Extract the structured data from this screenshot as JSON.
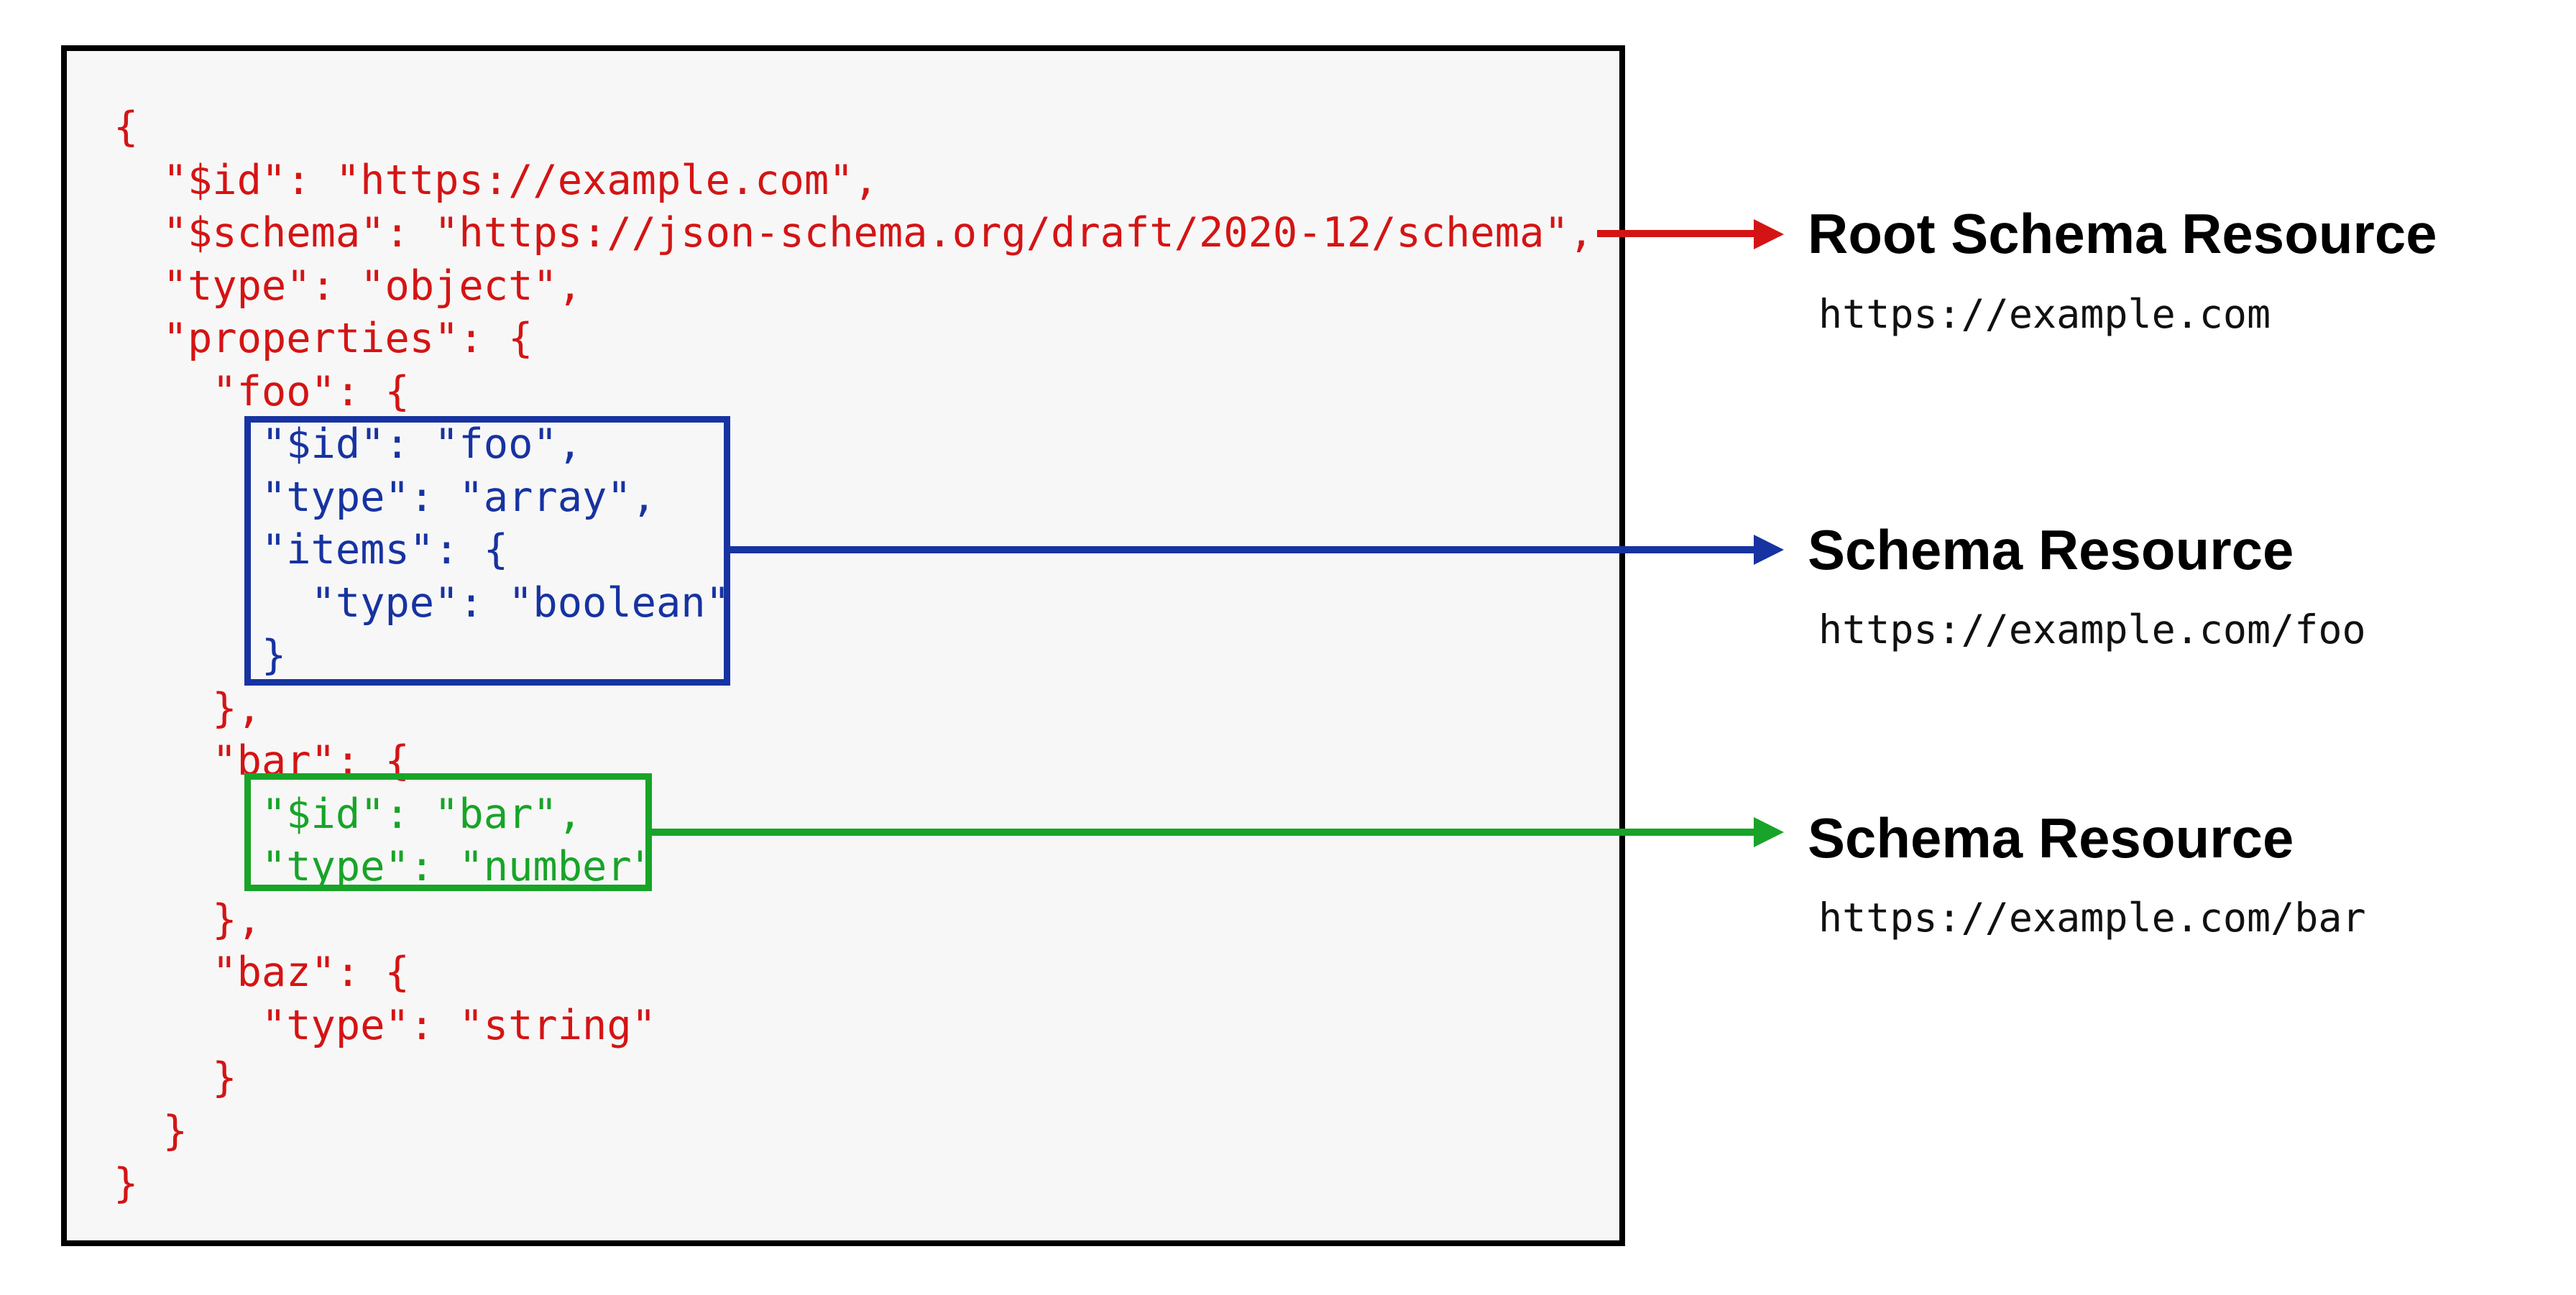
{
  "colors": {
    "page_bg": "#ffffff",
    "panel_bg": "#f7f7f7",
    "panel_border": "#000000",
    "code_red": "#d41414",
    "highlight_blue": "#1733a1",
    "highlight_green": "#18a428",
    "label_heading": "#000000",
    "label_url": "#111111"
  },
  "code": {
    "lines": [
      {
        "t": "{",
        "c": "code_red"
      },
      {
        "t": "  \"$id\": \"https://example.com\",",
        "c": "code_red"
      },
      {
        "t": "  \"$schema\": \"https://json-schema.org/draft/2020-12/schema\",",
        "c": "code_red"
      },
      {
        "t": "  \"type\": \"object\",",
        "c": "code_red"
      },
      {
        "t": "  \"properties\": {",
        "c": "code_red"
      },
      {
        "t": "    \"foo\": {",
        "c": "code_red"
      },
      {
        "t": "      \"$id\": \"foo\",",
        "c": "highlight_blue"
      },
      {
        "t": "      \"type\": \"array\",",
        "c": "highlight_blue"
      },
      {
        "t": "      \"items\": {",
        "c": "highlight_blue"
      },
      {
        "t": "        \"type\": \"boolean\"",
        "c": "highlight_blue"
      },
      {
        "t": "      }",
        "c": "highlight_blue"
      },
      {
        "t": "    },",
        "c": "code_red"
      },
      {
        "t": "    \"bar\": {",
        "c": "code_red"
      },
      {
        "t": "      \"$id\": \"bar\",",
        "c": "highlight_green"
      },
      {
        "t": "      \"type\": \"number\"",
        "c": "highlight_green"
      },
      {
        "t": "    },",
        "c": "code_red"
      },
      {
        "t": "    \"baz\": {",
        "c": "code_red"
      },
      {
        "t": "      \"type\": \"string\"",
        "c": "code_red"
      },
      {
        "t": "    }",
        "c": "code_red"
      },
      {
        "t": "  }",
        "c": "code_red"
      },
      {
        "t": "}",
        "c": "code_red"
      }
    ]
  },
  "annotations": [
    {
      "title": "Root Schema Resource",
      "url": "https://example.com",
      "arrow_color": "code_red"
    },
    {
      "title": "Schema Resource",
      "url": "https://example.com/foo",
      "arrow_color": "highlight_blue"
    },
    {
      "title": "Schema Resource",
      "url": "https://example.com/bar",
      "arrow_color": "highlight_green"
    }
  ]
}
